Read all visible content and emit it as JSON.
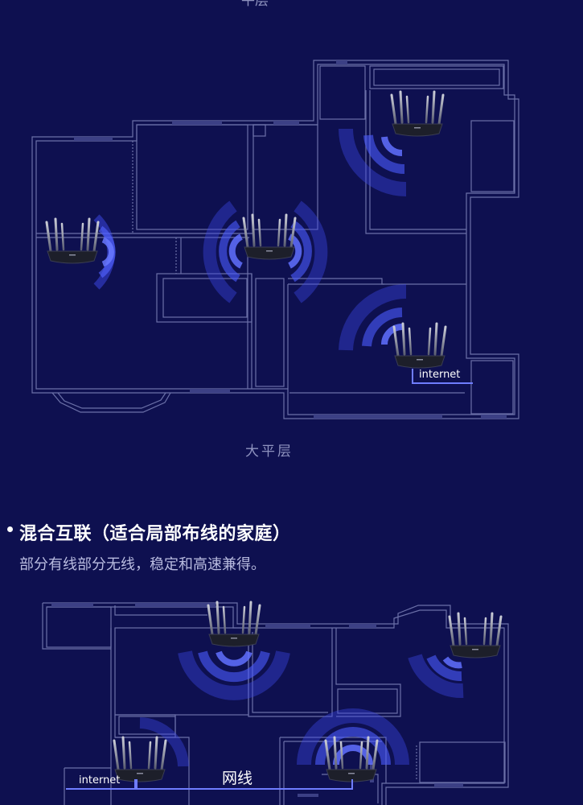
{
  "top_partial_caption": "平层",
  "floor1": {
    "caption": "大平层",
    "internet_label": "internet"
  },
  "section2": {
    "title": "混合互联（适合局部布线的家庭）",
    "subtitle": "部分有线部分无线，稳定和高速兼得。"
  },
  "floor2": {
    "internet_label": "internet",
    "cable_label": "网线"
  },
  "colors": {
    "background": "#0e1050",
    "wall": "#6b70a8",
    "signal": "#4b5cff",
    "cable": "#6f7dff",
    "router_body": "#1d1f2a"
  },
  "icons": [
    "router-icon",
    "wifi-signal-icon",
    "bullet-dot-icon"
  ]
}
